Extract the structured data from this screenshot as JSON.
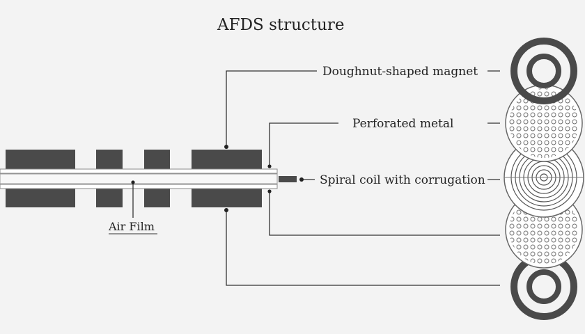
{
  "title": "AFDS structure",
  "labels": {
    "magnet": "Doughnut-shaped magnet",
    "perforated": "Perforated metal",
    "spiral": "Spiral coil with corrugation",
    "air_film": "Air Film"
  },
  "colors": {
    "background": "#f3f3f3",
    "magnet": "#4a4a4a",
    "line": "#333333",
    "rod_fill": "#ffffff",
    "rod_stroke": "#888888"
  }
}
